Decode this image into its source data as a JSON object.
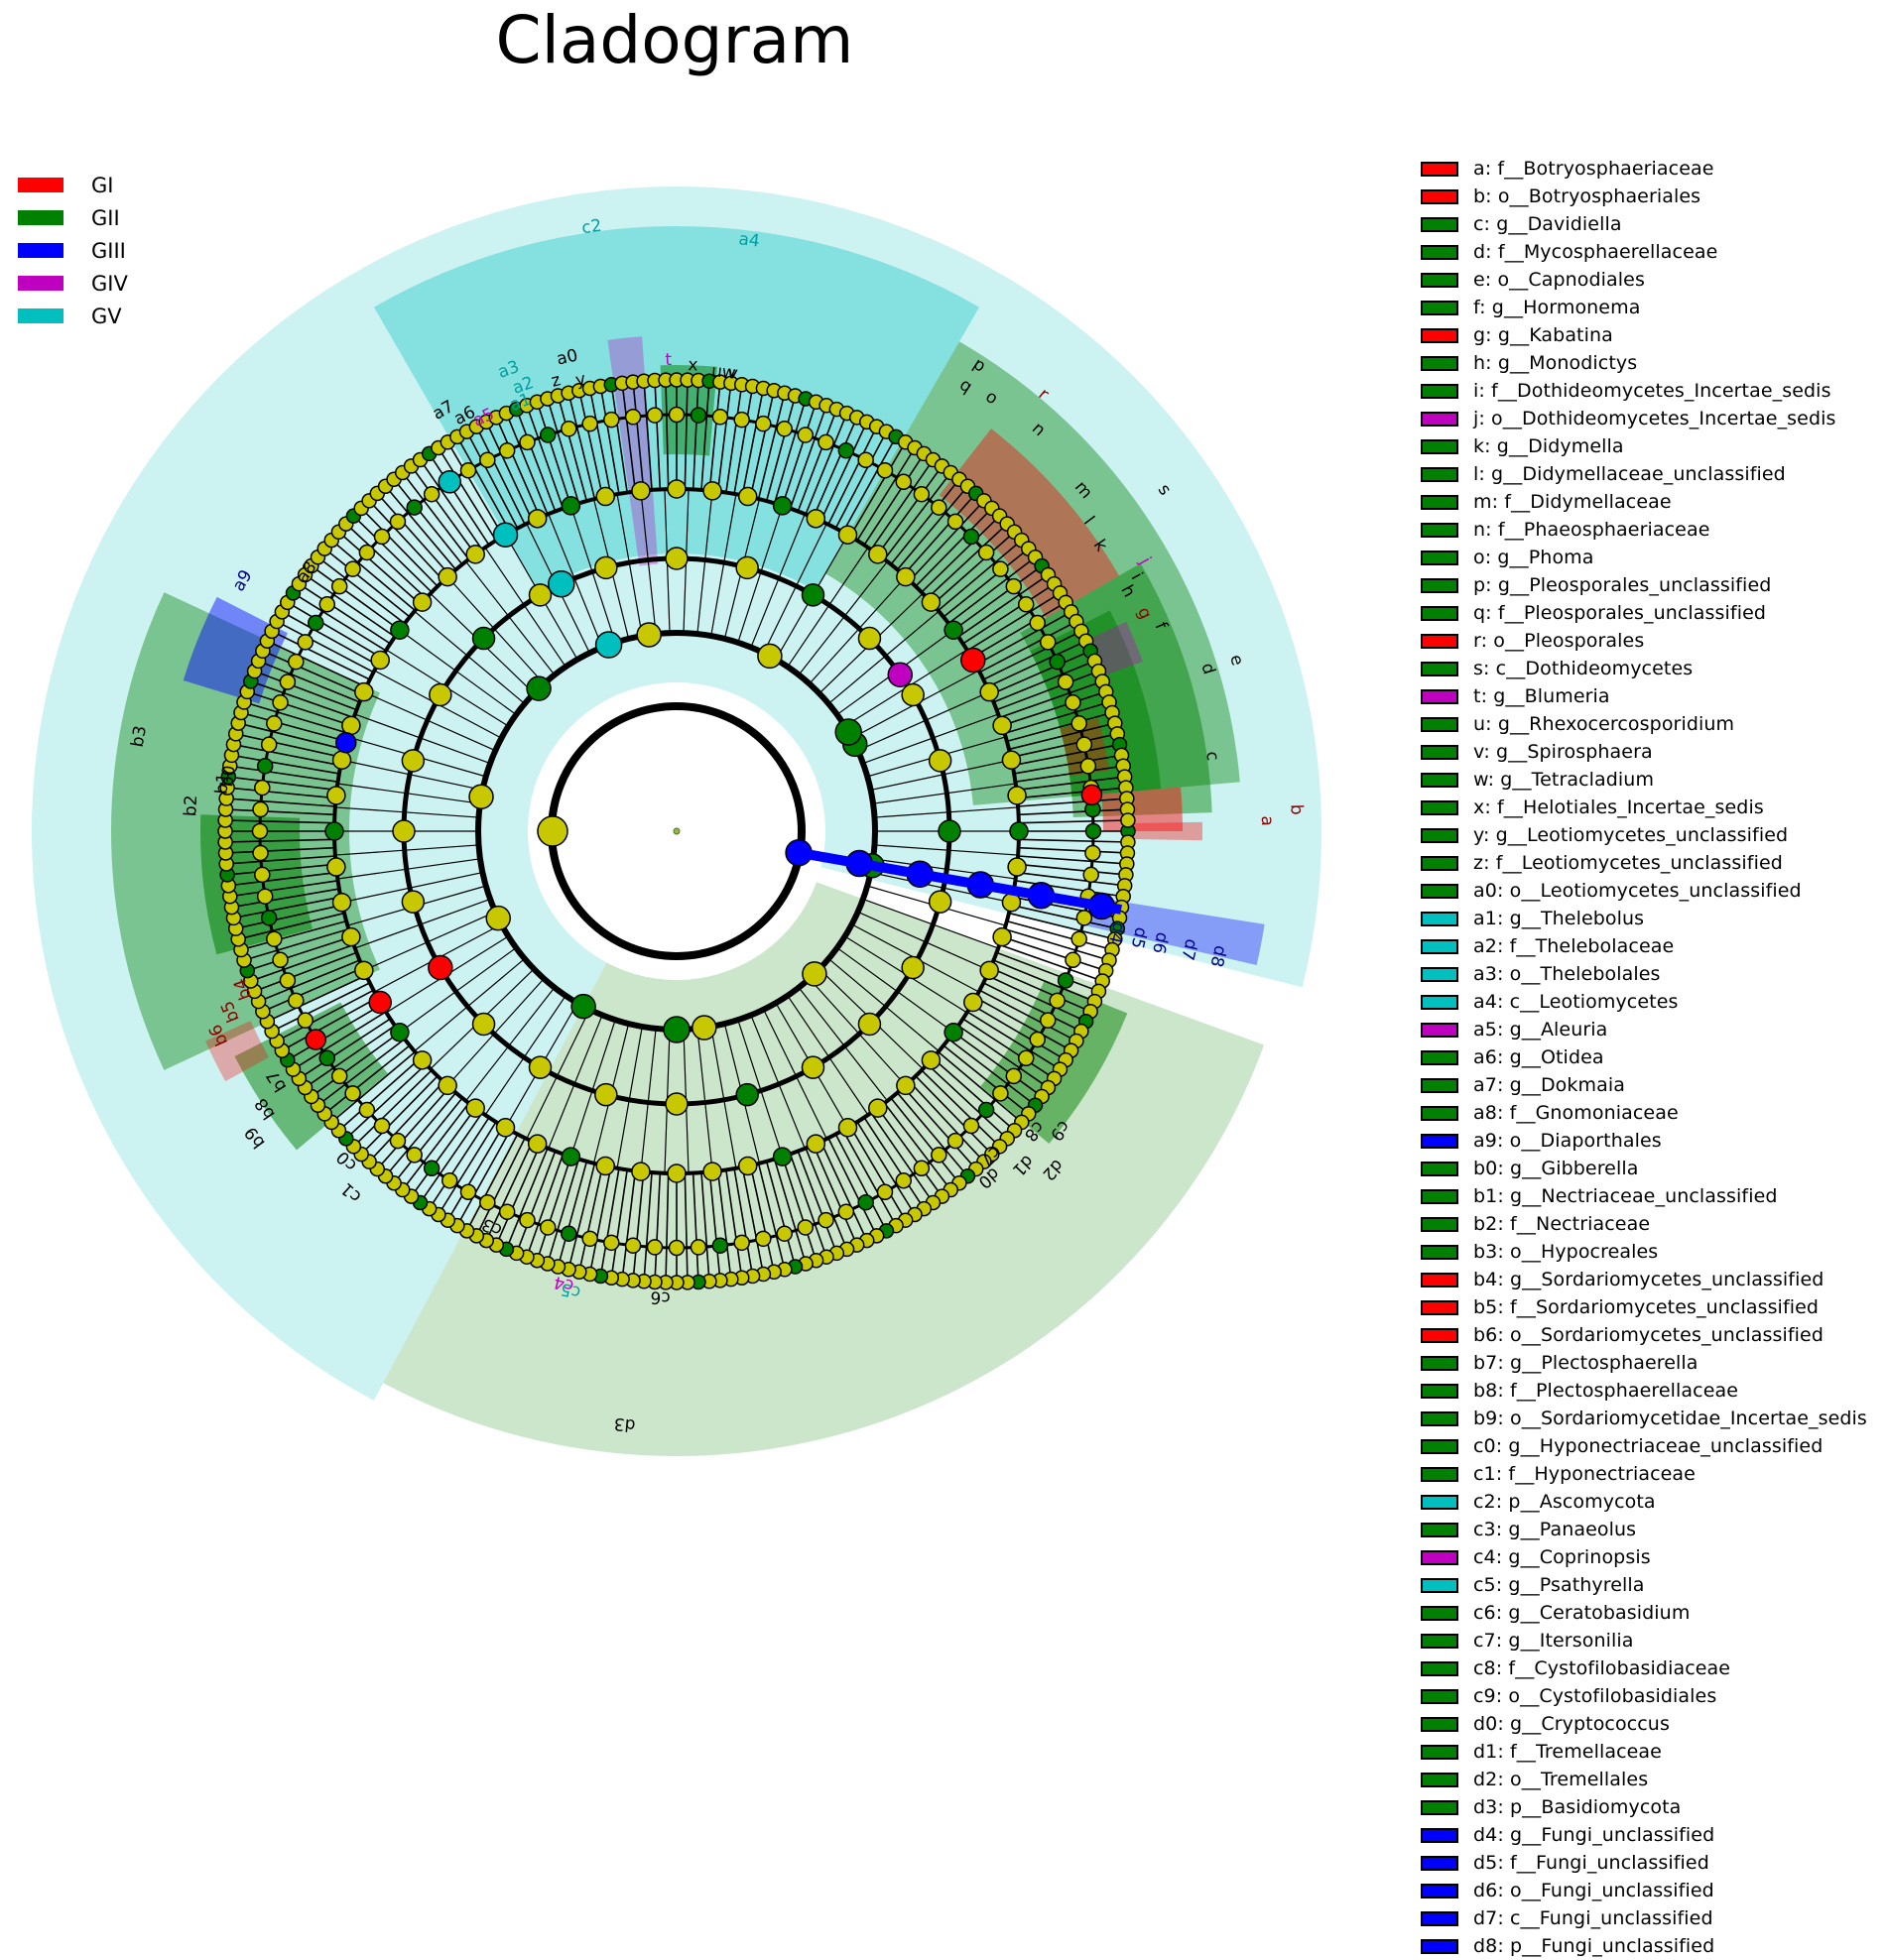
{
  "title": "Cladogram",
  "groups": [
    {
      "label": "GI",
      "color": "#ff0000"
    },
    {
      "label": "GII",
      "color": "#008000"
    },
    {
      "label": "GIII",
      "color": "#0000ff"
    },
    {
      "label": "GIV",
      "color": "#c000c0"
    },
    {
      "label": "GV",
      "color": "#00bfbf"
    }
  ],
  "clades": [
    {
      "id": "a",
      "name": "f__Botryosphaeriaceae",
      "group": "GI"
    },
    {
      "id": "b",
      "name": "o__Botryosphaeriales",
      "group": "GI"
    },
    {
      "id": "c",
      "name": "g__Davidiella",
      "group": "GII"
    },
    {
      "id": "d",
      "name": "f__Mycosphaerellaceae",
      "group": "GII"
    },
    {
      "id": "e",
      "name": "o__Capnodiales",
      "group": "GII"
    },
    {
      "id": "f",
      "name": "g__Hormonema",
      "group": "GII"
    },
    {
      "id": "g",
      "name": "g__Kabatina",
      "group": "GI"
    },
    {
      "id": "h",
      "name": "g__Monodictys",
      "group": "GII"
    },
    {
      "id": "i",
      "name": "f__Dothideomycetes_Incertae_sedis",
      "group": "GII"
    },
    {
      "id": "j",
      "name": "o__Dothideomycetes_Incertae_sedis",
      "group": "GIV"
    },
    {
      "id": "k",
      "name": "g__Didymella",
      "group": "GII"
    },
    {
      "id": "l",
      "name": "g__Didymellaceae_unclassified",
      "group": "GII"
    },
    {
      "id": "m",
      "name": "f__Didymellaceae",
      "group": "GII"
    },
    {
      "id": "n",
      "name": "f__Phaeosphaeriaceae",
      "group": "GII"
    },
    {
      "id": "o",
      "name": "g__Phoma",
      "group": "GII"
    },
    {
      "id": "p",
      "name": "g__Pleosporales_unclassified",
      "group": "GII"
    },
    {
      "id": "q",
      "name": "f__Pleosporales_unclassified",
      "group": "GII"
    },
    {
      "id": "r",
      "name": "o__Pleosporales",
      "group": "GI"
    },
    {
      "id": "s",
      "name": "c__Dothideomycetes",
      "group": "GII"
    },
    {
      "id": "t",
      "name": "g__Blumeria",
      "group": "GIV"
    },
    {
      "id": "u",
      "name": "g__Rhexocercosporidium",
      "group": "GII"
    },
    {
      "id": "v",
      "name": "g__Spirosphaera",
      "group": "GII"
    },
    {
      "id": "w",
      "name": "g__Tetracladium",
      "group": "GII"
    },
    {
      "id": "x",
      "name": "f__Helotiales_Incertae_sedis",
      "group": "GII"
    },
    {
      "id": "y",
      "name": "g__Leotiomycetes_unclassified",
      "group": "GII"
    },
    {
      "id": "z",
      "name": "f__Leotiomycetes_unclassified",
      "group": "GII"
    },
    {
      "id": "a0",
      "name": "o__Leotiomycetes_unclassified",
      "group": "GII"
    },
    {
      "id": "a1",
      "name": "g__Thelebolus",
      "group": "GV"
    },
    {
      "id": "a2",
      "name": "f__Thelebolaceae",
      "group": "GV"
    },
    {
      "id": "a3",
      "name": "o__Thelebolales",
      "group": "GV"
    },
    {
      "id": "a4",
      "name": "c__Leotiomycetes",
      "group": "GV"
    },
    {
      "id": "a5",
      "name": "g__Aleuria",
      "group": "GIV"
    },
    {
      "id": "a6",
      "name": "g__Otidea",
      "group": "GII"
    },
    {
      "id": "a7",
      "name": "g__Dokmaia",
      "group": "GII"
    },
    {
      "id": "a8",
      "name": "f__Gnomoniaceae",
      "group": "GII"
    },
    {
      "id": "a9",
      "name": "o__Diaporthales",
      "group": "GIII"
    },
    {
      "id": "b0",
      "name": "g__Gibberella",
      "group": "GII"
    },
    {
      "id": "b1",
      "name": "g__Nectriaceae_unclassified",
      "group": "GII"
    },
    {
      "id": "b2",
      "name": "f__Nectriaceae",
      "group": "GII"
    },
    {
      "id": "b3",
      "name": "o__Hypocreales",
      "group": "GII"
    },
    {
      "id": "b4",
      "name": "g__Sordariomycetes_unclassified",
      "group": "GI"
    },
    {
      "id": "b5",
      "name": "f__Sordariomycetes_unclassified",
      "group": "GI"
    },
    {
      "id": "b6",
      "name": "o__Sordariomycetes_unclassified",
      "group": "GI"
    },
    {
      "id": "b7",
      "name": "g__Plectosphaerella",
      "group": "GII"
    },
    {
      "id": "b8",
      "name": "f__Plectosphaerellaceae",
      "group": "GII"
    },
    {
      "id": "b9",
      "name": "o__Sordariomycetidae_Incertae_sedis",
      "group": "GII"
    },
    {
      "id": "c0",
      "name": "g__Hyponectriaceae_unclassified",
      "group": "GII"
    },
    {
      "id": "c1",
      "name": "f__Hyponectriaceae",
      "group": "GII"
    },
    {
      "id": "c2",
      "name": "p__Ascomycota",
      "group": "GV"
    },
    {
      "id": "c3",
      "name": "g__Panaeolus",
      "group": "GII"
    },
    {
      "id": "c4",
      "name": "g__Coprinopsis",
      "group": "GIV"
    },
    {
      "id": "c5",
      "name": "g__Psathyrella",
      "group": "GV"
    },
    {
      "id": "c6",
      "name": "g__Ceratobasidium",
      "group": "GII"
    },
    {
      "id": "c7",
      "name": "g__Itersonilia",
      "group": "GII"
    },
    {
      "id": "c8",
      "name": "f__Cystofilobasidiaceae",
      "group": "GII"
    },
    {
      "id": "c9",
      "name": "o__Cystofilobasidiales",
      "group": "GII"
    },
    {
      "id": "d0",
      "name": "g__Cryptococcus",
      "group": "GII"
    },
    {
      "id": "d1",
      "name": "f__Tremellaceae",
      "group": "GII"
    },
    {
      "id": "d2",
      "name": "o__Tremellales",
      "group": "GII"
    },
    {
      "id": "d3",
      "name": "p__Basidiomycota",
      "group": "GII"
    },
    {
      "id": "d4",
      "name": "g__Fungi_unclassified",
      "group": "GIII"
    },
    {
      "id": "d5",
      "name": "f__Fungi_unclassified",
      "group": "GIII"
    },
    {
      "id": "d6",
      "name": "o__Fungi_unclassified",
      "group": "GIII"
    },
    {
      "id": "d7",
      "name": "c__Fungi_unclassified",
      "group": "GIII"
    },
    {
      "id": "d8",
      "name": "p__Fungi_unclassified",
      "group": "GIII"
    }
  ]
}
